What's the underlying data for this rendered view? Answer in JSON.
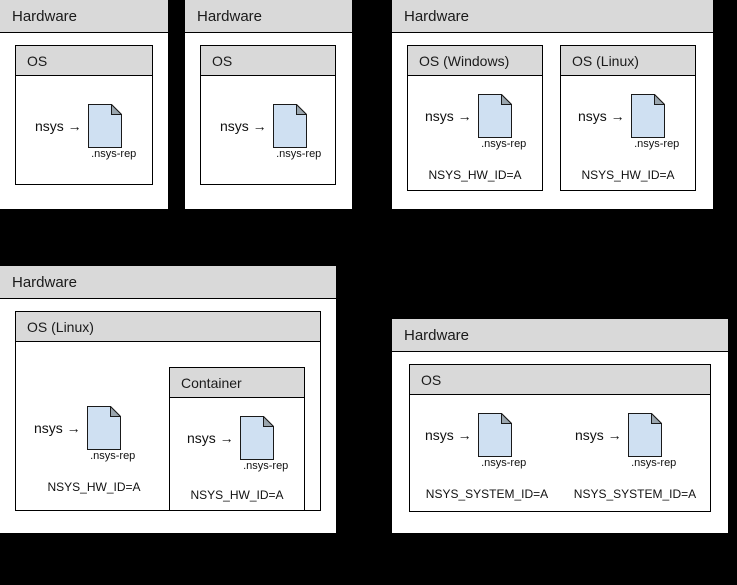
{
  "diagram": {
    "title": "nsys report hardware / OS / container identity diagram",
    "colors": {
      "background": "#000000",
      "panel_fill": "#ffffff",
      "header_fill": "#d9d9d9",
      "border": "#000000",
      "document_fill": "#cfe0f2",
      "document_fold": "#9aa5ad",
      "text": "#111111"
    },
    "icon_names": {
      "document": "nsys-report-document-icon",
      "arrow": "right-arrow-glyph"
    },
    "panels": [
      {
        "id": "panel-top-left",
        "header": "Hardware",
        "boxes": [
          {
            "id": "os-box-1",
            "header": "OS",
            "instances": [
              {
                "command": "nsys →",
                "file_label": ".nsys-rep",
                "env_var": ""
              }
            ]
          }
        ]
      },
      {
        "id": "panel-top-mid",
        "header": "Hardware",
        "boxes": [
          {
            "id": "os-box-2",
            "header": "OS",
            "instances": [
              {
                "command": "nsys →",
                "file_label": ".nsys-rep",
                "env_var": ""
              }
            ]
          }
        ]
      },
      {
        "id": "panel-top-right",
        "header": "Hardware",
        "boxes": [
          {
            "id": "os-box-windows",
            "header": "OS (Windows)",
            "instances": [
              {
                "command": "nsys →",
                "file_label": ".nsys-rep",
                "env_var": "NSYS_HW_ID=A"
              }
            ]
          },
          {
            "id": "os-box-linux",
            "header": "OS (Linux)",
            "instances": [
              {
                "command": "nsys →",
                "file_label": ".nsys-rep",
                "env_var": "NSYS_HW_ID=A"
              }
            ]
          }
        ]
      },
      {
        "id": "panel-bottom-left",
        "header": "Hardware",
        "boxes": [
          {
            "id": "os-box-linux-host",
            "header": "OS (Linux)",
            "instances": [
              {
                "command": "nsys →",
                "file_label": ".nsys-rep",
                "env_var": "NSYS_HW_ID=A"
              }
            ],
            "nested": [
              {
                "id": "container-box",
                "header": "Container",
                "instances": [
                  {
                    "command": "nsys →",
                    "file_label": ".nsys-rep",
                    "env_var": "NSYS_HW_ID=A"
                  }
                ]
              }
            ]
          }
        ]
      },
      {
        "id": "panel-bottom-right",
        "header": "Hardware",
        "boxes": [
          {
            "id": "os-box-system",
            "header": "OS",
            "instances": [
              {
                "command": "nsys →",
                "file_label": ".nsys-rep",
                "env_var": "NSYS_SYSTEM_ID=A"
              },
              {
                "command": "nsys →",
                "file_label": ".nsys-rep",
                "env_var": "NSYS_SYSTEM_ID=A"
              }
            ]
          }
        ]
      }
    ]
  }
}
